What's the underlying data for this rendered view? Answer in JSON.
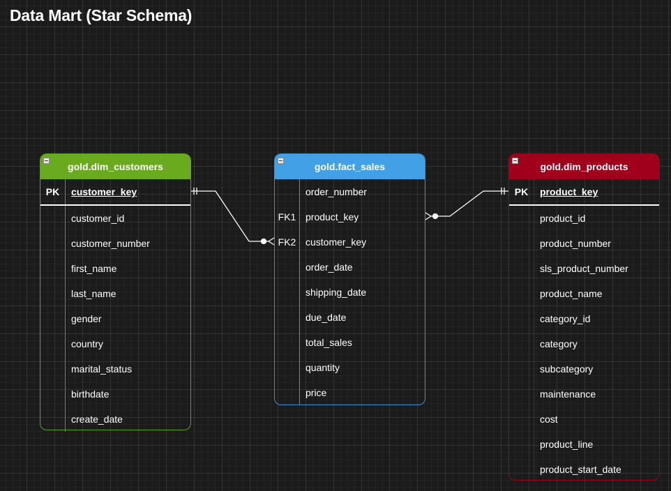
{
  "title": "Data Mart (Star Schema)",
  "tables": {
    "customers": {
      "name": "gold.dim_customers",
      "header_color": "#6aaa1e",
      "rows": [
        {
          "key": "PK",
          "field": "customer_key"
        },
        {
          "key": "",
          "field": "customer_id"
        },
        {
          "key": "",
          "field": "customer_number"
        },
        {
          "key": "",
          "field": "first_name"
        },
        {
          "key": "",
          "field": "last_name"
        },
        {
          "key": "",
          "field": "gender"
        },
        {
          "key": "",
          "field": "country"
        },
        {
          "key": "",
          "field": "marital_status"
        },
        {
          "key": "",
          "field": "birthdate"
        },
        {
          "key": "",
          "field": "create_date"
        }
      ]
    },
    "sales": {
      "name": "gold.fact_sales",
      "header_color": "#42a1e6",
      "rows": [
        {
          "key": "",
          "field": "order_number"
        },
        {
          "key": "FK1",
          "field": "product_key"
        },
        {
          "key": "FK2",
          "field": "customer_key"
        },
        {
          "key": "",
          "field": "order_date"
        },
        {
          "key": "",
          "field": "shipping_date"
        },
        {
          "key": "",
          "field": "due_date"
        },
        {
          "key": "",
          "field": "total_sales"
        },
        {
          "key": "",
          "field": "quantity"
        },
        {
          "key": "",
          "field": "price"
        }
      ]
    },
    "products": {
      "name": "gold.dim_products",
      "header_color": "#a0001c",
      "rows": [
        {
          "key": "PK",
          "field": "product_key"
        },
        {
          "key": "",
          "field": "product_id"
        },
        {
          "key": "",
          "field": "product_number"
        },
        {
          "key": "",
          "field": "sls_product_number"
        },
        {
          "key": "",
          "field": "product_name"
        },
        {
          "key": "",
          "field": "category_id"
        },
        {
          "key": "",
          "field": "category"
        },
        {
          "key": "",
          "field": "subcategory"
        },
        {
          "key": "",
          "field": "maintenance"
        },
        {
          "key": "",
          "field": "cost"
        },
        {
          "key": "",
          "field": "product_line"
        },
        {
          "key": "",
          "field": "product_start_date"
        }
      ]
    }
  },
  "relationships": [
    {
      "from": "gold.dim_customers.customer_key",
      "to": "gold.fact_sales.customer_key",
      "cardinality": "one-to-many"
    },
    {
      "from": "gold.dim_products.product_key",
      "to": "gold.fact_sales.product_key",
      "cardinality": "one-to-many"
    }
  ]
}
